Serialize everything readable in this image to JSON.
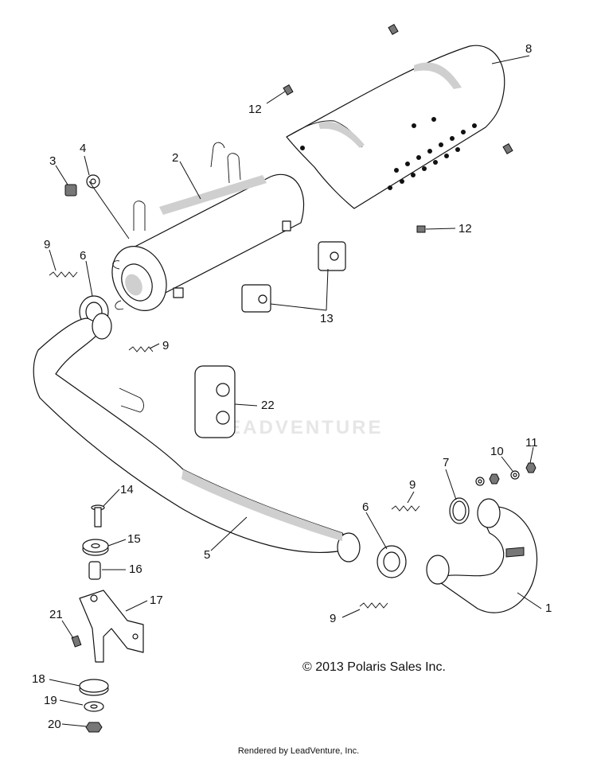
{
  "callouts": {
    "c1": "1",
    "c2": "2",
    "c3": "3",
    "c4": "4",
    "c5": "5",
    "c6a": "6",
    "c6b": "6",
    "c7": "7",
    "c8": "8",
    "c9a": "9",
    "c9b": "9",
    "c9c": "9",
    "c9d": "9",
    "c10": "10",
    "c11": "11",
    "c12a": "12",
    "c12b": "12",
    "c13": "13",
    "c14": "14",
    "c15": "15",
    "c16": "16",
    "c17": "17",
    "c18": "18",
    "c19": "19",
    "c20": "20",
    "c21": "21",
    "c22": "22"
  },
  "copyright": "© 2013 Polaris Sales Inc.",
  "rendered_by": "Rendered by LeadVenture, Inc.",
  "watermark": "LEADVENTURE"
}
